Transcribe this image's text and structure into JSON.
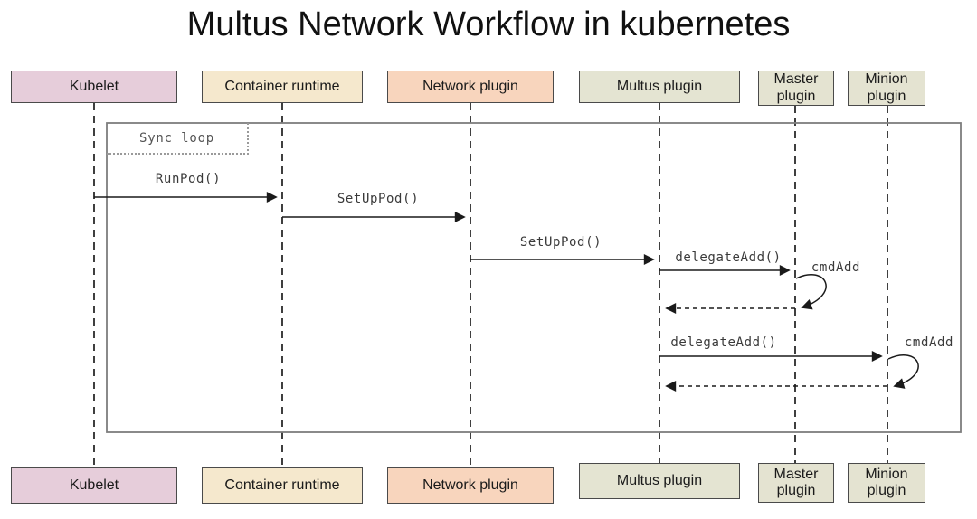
{
  "title": "Multus Network Workflow in kubernetes",
  "frame": {
    "label": "Sync loop"
  },
  "actors": [
    {
      "label": "Kubelet",
      "fill": "#e6cdda"
    },
    {
      "label": "Container runtime",
      "fill": "#f5e8cd"
    },
    {
      "label": "Network plugin",
      "fill": "#f8d5bd"
    },
    {
      "label": "Multus plugin",
      "fill": "#e4e4d2"
    },
    {
      "label": "Master plugin",
      "fill": "#e4e3d1"
    },
    {
      "label": "Minion plugin",
      "fill": "#e4e3d1"
    }
  ],
  "messages": [
    {
      "label": "RunPod()",
      "from": "Kubelet",
      "to": "Container runtime",
      "type": "sync"
    },
    {
      "label": "SetUpPod()",
      "from": "Container runtime",
      "to": "Network plugin",
      "type": "sync"
    },
    {
      "label": "SetUpPod()",
      "from": "Network plugin",
      "to": "Multus plugin",
      "type": "sync"
    },
    {
      "label": "delegateAdd()",
      "from": "Multus plugin",
      "to": "Master plugin",
      "type": "sync"
    },
    {
      "label": "cmdAdd",
      "from": "Master plugin",
      "to": "Master plugin",
      "type": "self"
    },
    {
      "label": "",
      "from": "Master plugin",
      "to": "Multus plugin",
      "type": "return"
    },
    {
      "label": "delegateAdd()",
      "from": "Multus plugin",
      "to": "Minion plugin",
      "type": "sync"
    },
    {
      "label": "cmdAdd",
      "from": "Minion plugin",
      "to": "Minion plugin",
      "type": "self"
    },
    {
      "label": "",
      "from": "Minion plugin",
      "to": "Multus plugin",
      "type": "return"
    }
  ],
  "colors": {
    "background": "#ffffff",
    "box_border": "#4a4a4a",
    "frame_border": "#7e7e7e",
    "lifeline": "#2a2a2a",
    "arrow": "#1a1a1a",
    "label_text": "#3a3a3a"
  }
}
